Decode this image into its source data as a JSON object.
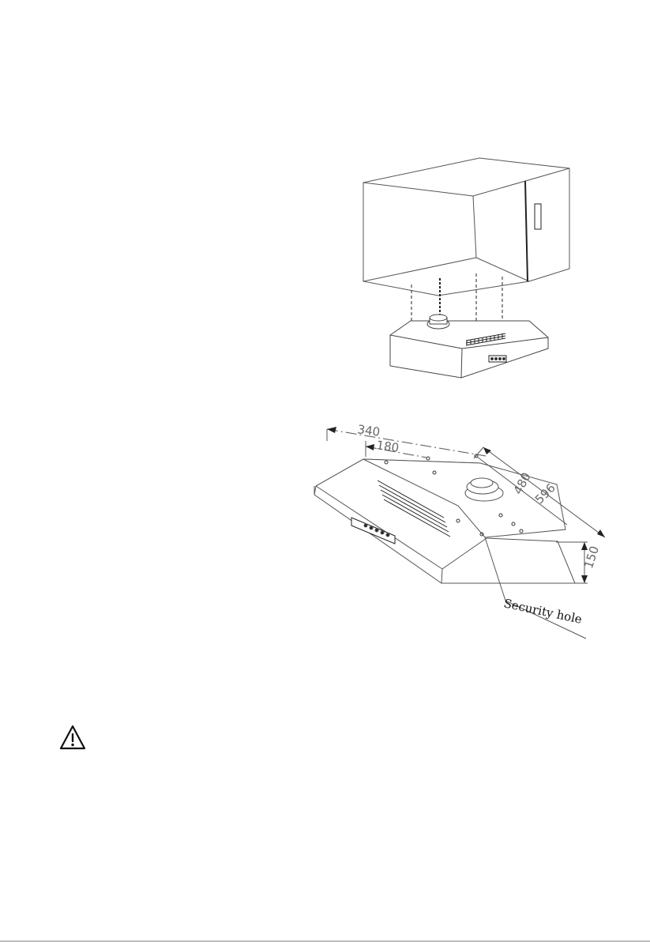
{
  "figure": {
    "dimensions": {
      "d340": "340",
      "d180": "180",
      "d596": "596",
      "d480": "480",
      "d150": "150"
    },
    "callout": "Security hole"
  },
  "icons": {
    "warning": "warning-triangle-icon"
  }
}
